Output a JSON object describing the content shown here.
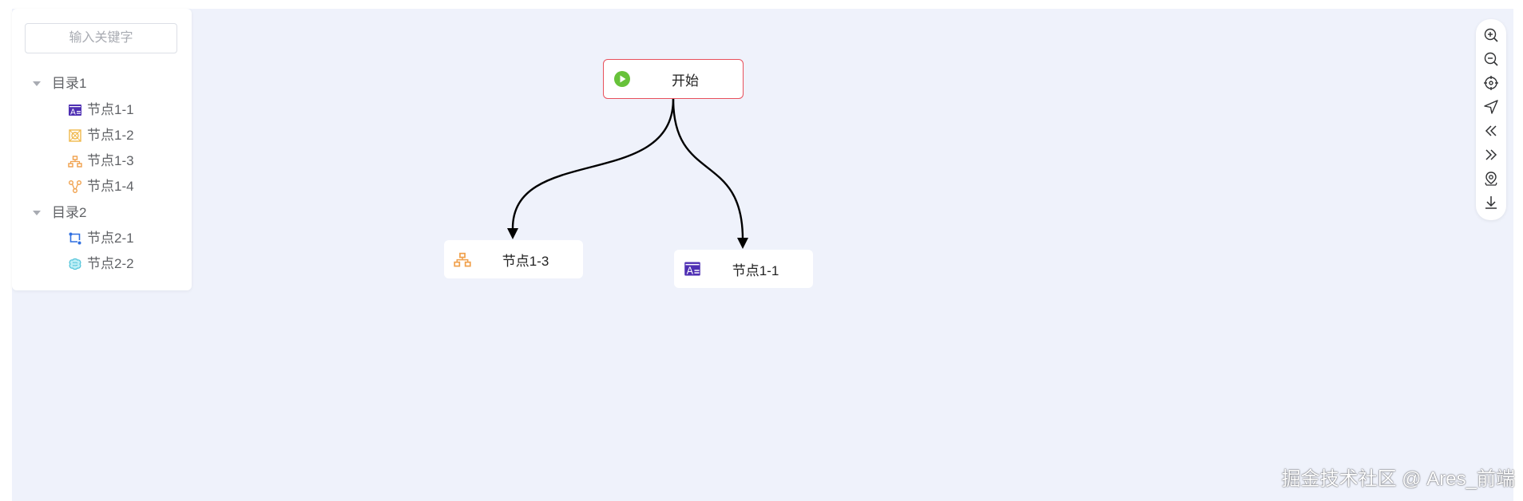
{
  "sidebar": {
    "search_placeholder": "输入关键字",
    "groups": [
      {
        "label": "目录1",
        "items": [
          {
            "label": "节点1-1",
            "icon": "form-icon"
          },
          {
            "label": "节点1-2",
            "icon": "network-icon"
          },
          {
            "label": "节点1-3",
            "icon": "hierarchy-icon"
          },
          {
            "label": "节点1-4",
            "icon": "branch-icon"
          }
        ]
      },
      {
        "label": "目录2",
        "items": [
          {
            "label": "节点2-1",
            "icon": "route-icon"
          },
          {
            "label": "节点2-2",
            "icon": "brain-icon"
          }
        ]
      }
    ]
  },
  "flow": {
    "nodes": {
      "start": {
        "label": "开始",
        "icon": "play-icon"
      },
      "n13": {
        "label": "节点1-3",
        "icon": "hierarchy-icon"
      },
      "n11": {
        "label": "节点1-1",
        "icon": "form-icon"
      }
    },
    "edges": [
      {
        "from": "开始",
        "to": "节点1-3"
      },
      {
        "from": "开始",
        "to": "节点1-1"
      }
    ]
  },
  "toolbar": {
    "tools": [
      "zoom-in-icon",
      "zoom-out-icon",
      "fit-center-icon",
      "locate-icon",
      "collapse-left-icon",
      "expand-right-icon",
      "map-pin-icon",
      "download-icon"
    ]
  },
  "colors": {
    "canvas_bg": "#eff2fb",
    "start_border": "#e8505b",
    "play_green": "#67c23a",
    "form_purple": "#4e2fb3",
    "hierarchy_orange": "#f0a04b",
    "route_blue": "#2f6fe0",
    "brain_cyan": "#4fc3d9"
  },
  "watermark": "掘金技术社区 @ Ares_前端"
}
